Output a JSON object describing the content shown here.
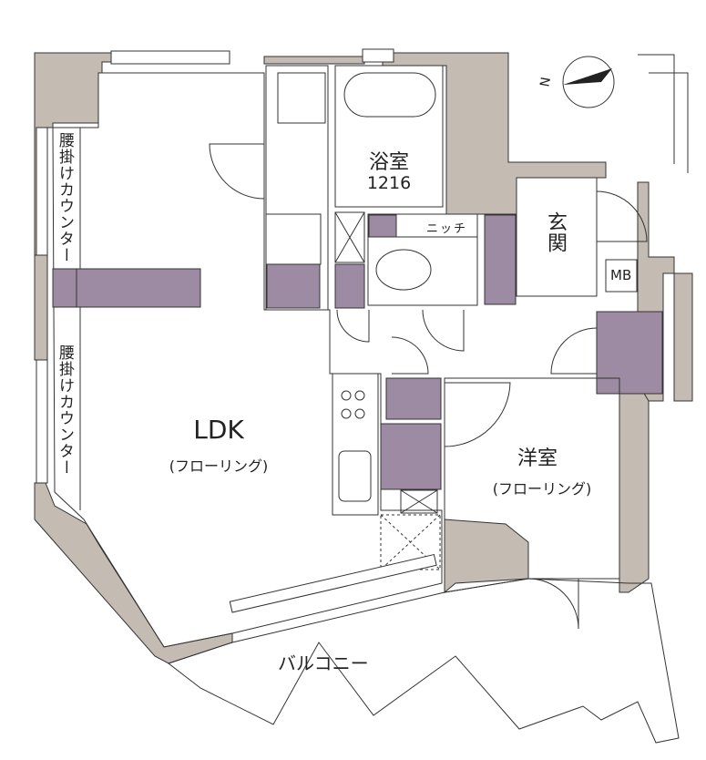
{
  "rooms": {
    "ldk": {
      "name": "LDK",
      "floor": "(フローリング)"
    },
    "western": {
      "name": "洋室",
      "floor": "(フローリング)"
    },
    "bath": {
      "name": "浴室",
      "size": "1216"
    },
    "entrance": {
      "name": "玄関"
    },
    "niche": {
      "name": "ニッチ"
    },
    "mb": {
      "name": "MB"
    },
    "balcony": {
      "name": "バルコニー"
    }
  },
  "counters": [
    "腰掛けカウンター",
    "腰掛けカウンター"
  ],
  "compass": {
    "label": "N"
  },
  "colors": {
    "wall": "#c4bbb2",
    "storage": "#9c8ba3",
    "line": "#333333"
  }
}
